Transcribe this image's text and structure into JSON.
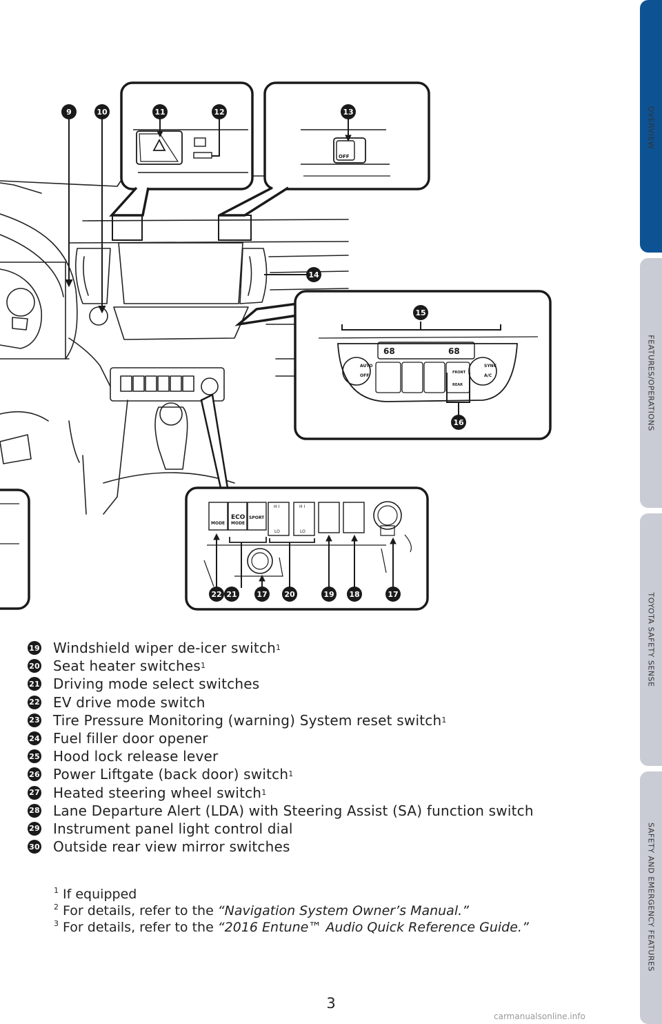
{
  "diagram": {
    "callouts": [
      "9",
      "10",
      "11",
      "12",
      "13",
      "14",
      "15",
      "16",
      "22",
      "21",
      "17",
      "20",
      "19",
      "18",
      "17"
    ],
    "switch_labels": {
      "ev": "MODE",
      "eco_top": "ECO",
      "eco_bottom": "MODE",
      "sport": "SPORT",
      "hi1": "H I",
      "lo1": "LO",
      "hi2": "H I",
      "lo2": "LO",
      "tcs_off": "OFF",
      "auto": "AUTO",
      "off": "OFF",
      "sync": "SYNC",
      "ac": "A/C",
      "front": "FRONT",
      "rear": "REAR",
      "temp_left": "68",
      "temp_right": "68"
    }
  },
  "legend": {
    "items": [
      {
        "num": "19",
        "text": "Windshield wiper de-icer switch",
        "sup": "1"
      },
      {
        "num": "20",
        "text": "Seat heater switches",
        "sup": "1"
      },
      {
        "num": "21",
        "text": "Driving mode select switches",
        "sup": ""
      },
      {
        "num": "22",
        "text": "EV drive mode switch",
        "sup": ""
      },
      {
        "num": "23",
        "text": "Tire Pressure Monitoring (warning) System reset switch",
        "sup": "1"
      },
      {
        "num": "24",
        "text": "Fuel filler door opener",
        "sup": ""
      },
      {
        "num": "25",
        "text": "Hood lock release lever",
        "sup": ""
      },
      {
        "num": "26",
        "text": "Power Liftgate (back door) switch",
        "sup": "1"
      },
      {
        "num": "27",
        "text": "Heated steering wheel switch",
        "sup": "1"
      },
      {
        "num": "28",
        "text": "Lane Departure Alert (LDA) with Steering Assist (SA) function switch",
        "sup": ""
      },
      {
        "num": "29",
        "text": "Instrument panel light control dial",
        "sup": ""
      },
      {
        "num": "30",
        "text": "Outside rear view mirror switches",
        "sup": ""
      }
    ]
  },
  "footnotes": {
    "n1": "1",
    "t1": " If equipped",
    "n2": "2",
    "t2": " For details, refer to the ",
    "t2i": "“Navigation System Owner’s Manual.”",
    "n3": "3",
    "t3": " For details, refer to the ",
    "t3i": "“2016 Entune™ Audio Quick Reference Guide.”"
  },
  "page_number": "3",
  "side_tabs": [
    "OVERVIEW",
    "FEATURES/OPERATIONS",
    "TOYOTA SAFETY SENSE",
    "SAFETY AND EMERGENCY FEATURES"
  ],
  "footer_url": "carmanualsonline.info",
  "colors": {
    "active_tab": "#0d5394",
    "inactive_tab": "#c9ccd4"
  }
}
